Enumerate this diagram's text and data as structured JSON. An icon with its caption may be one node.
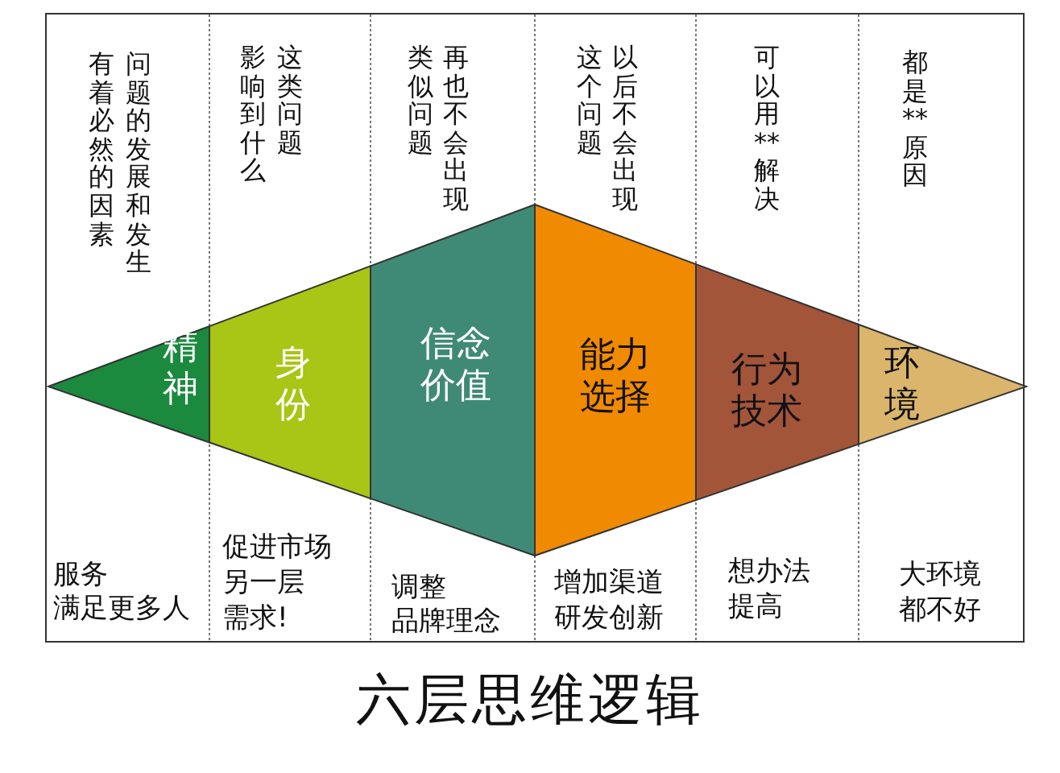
{
  "diagram": {
    "title": "六层思维逻辑",
    "nodes": [
      {
        "text": [
          "精神"
        ]
      },
      {
        "text": [
          "身份"
        ]
      },
      {
        "text": [
          "信念价值"
        ]
      },
      {
        "text": [
          "能力选择"
        ]
      },
      {
        "text": [
          "行为技术"
        ]
      },
      {
        "text": [
          "环境"
        ]
      }
    ],
    "labels": [
      "问题的发展和发生",
      "有着必然的因素",
      "这类问题",
      "影响到什么",
      "再也不会出现",
      "类似问题",
      "以后不会出现",
      "这个问题",
      "可以用**解决",
      "都是**原因",
      "服务",
      "满足更多人",
      "促进市场",
      "另一层",
      "需求!",
      "调整",
      "品牌理念",
      "增加渠道",
      "研发创新",
      "想办法",
      "提高",
      "大环境",
      "都不好"
    ]
  }
}
